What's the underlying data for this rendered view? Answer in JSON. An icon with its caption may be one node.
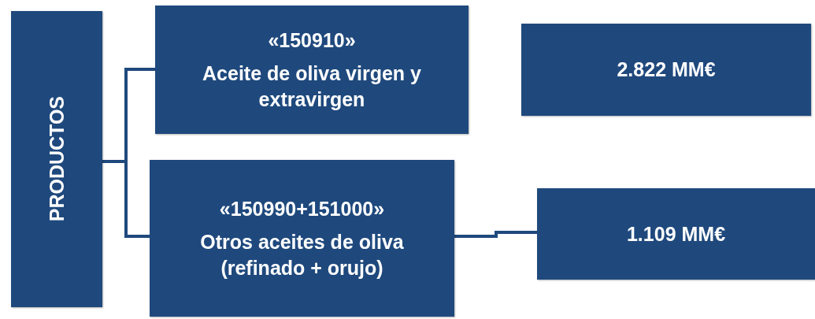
{
  "diagram": {
    "nodes": [
      {
        "text": [
          "PRODUCTOS"
        ]
      },
      {
        "text": [
          "«150910»",
          "Aceite de oliva virgen y extravirgen"
        ]
      },
      {
        "text": [
          "2.822 MM€"
        ]
      },
      {
        "text": [
          "«150990+151000»",
          "Otros aceites de oliva (refinado + orujo)"
        ]
      },
      {
        "text": [
          "1.109 MM€"
        ]
      }
    ],
    "edges": [
      {
        "from": 0,
        "to": 1,
        "arrow": "none"
      },
      {
        "from": 0,
        "to": 3,
        "arrow": "none"
      },
      {
        "from": 3,
        "to": 4,
        "arrow": "none"
      }
    ]
  }
}
